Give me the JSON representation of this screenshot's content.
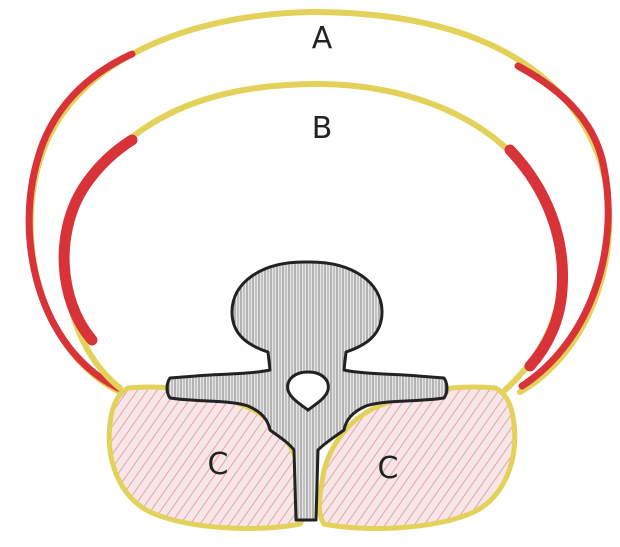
{
  "labels": {
    "outer_ring": "A",
    "inner_ring": "B",
    "muscle_left": "C",
    "muscle_right": "C"
  },
  "colors": {
    "background": "#ffffff",
    "fascia_yellow": "#e2d25a",
    "muscle_red": "#d9333a",
    "muscle_hatch": "#e3a3a6",
    "muscle_fill": "#f7e6e7",
    "bone_fill": "#e6e6e6",
    "bone_hatch": "#7f7f7f",
    "outline": "#222222"
  }
}
